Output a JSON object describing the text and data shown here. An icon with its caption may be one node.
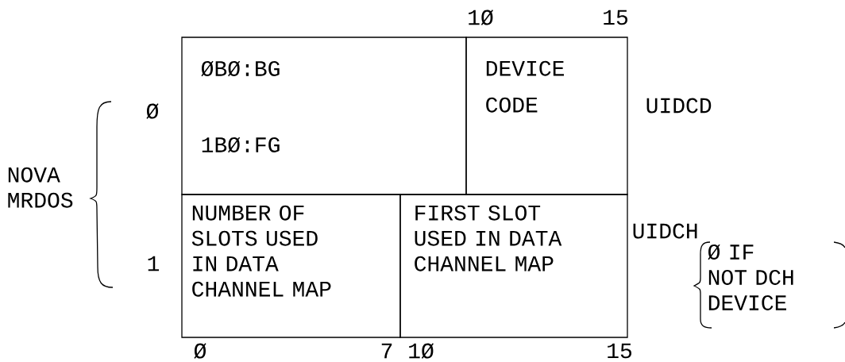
{
  "diagram": {
    "nodes": [
      {
        "text": [
          "ØBØ:BG",
          "1BØ:FG"
        ]
      },
      {
        "text": [
          "DEVICE CODE"
        ]
      },
      {
        "text": [
          "NUMBER OF SLOTS USED IN DATA CHANNEL MAP"
        ]
      },
      {
        "text": [
          "FIRST SLOT USED IN DATA CHANNEL MAP"
        ]
      }
    ],
    "edges": [],
    "labels": [
      "1Ø",
      "15",
      "Ø",
      "1",
      "NOVA MRDOS",
      "UIDCD",
      "UIDCH",
      "Ø IF NOT DCH DEVICE",
      "Ø",
      "7",
      "1Ø",
      "15"
    ]
  }
}
